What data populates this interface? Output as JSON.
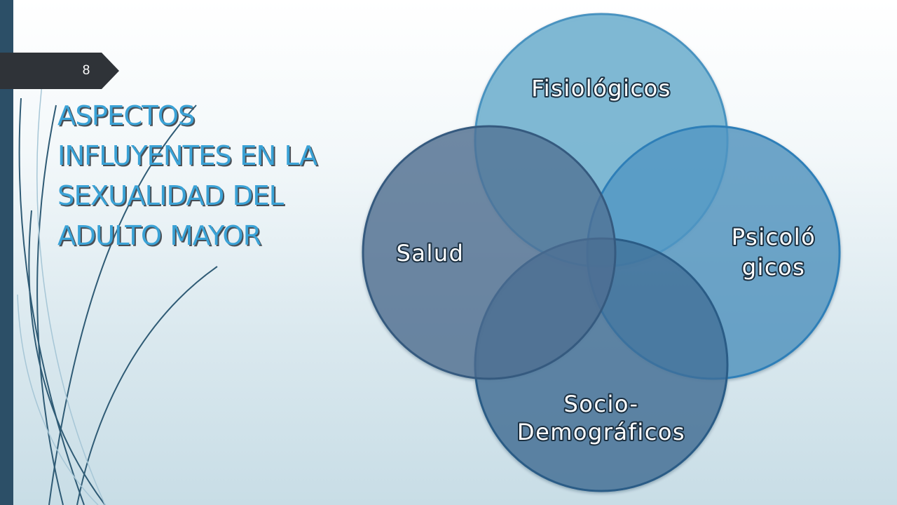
{
  "slide": {
    "number": "8",
    "title": "ASPECTOS INFLUYENTES EN LA SEXUALIDAD DEL ADULTO MAYOR"
  },
  "diagram": {
    "items": [
      {
        "label": "Fisiológicos",
        "color": "#7ab6d3"
      },
      {
        "label": "Psicoló gicos",
        "color": "#4f94c2"
      },
      {
        "label": "Socio- Demográficos",
        "color": "#3e6c94"
      },
      {
        "label": "Salud",
        "color": "#4f6e90"
      }
    ]
  },
  "colors": {
    "accent": "#3aa2d6",
    "sidebar": "#2c4f67",
    "number_tab": "#2f3338"
  }
}
